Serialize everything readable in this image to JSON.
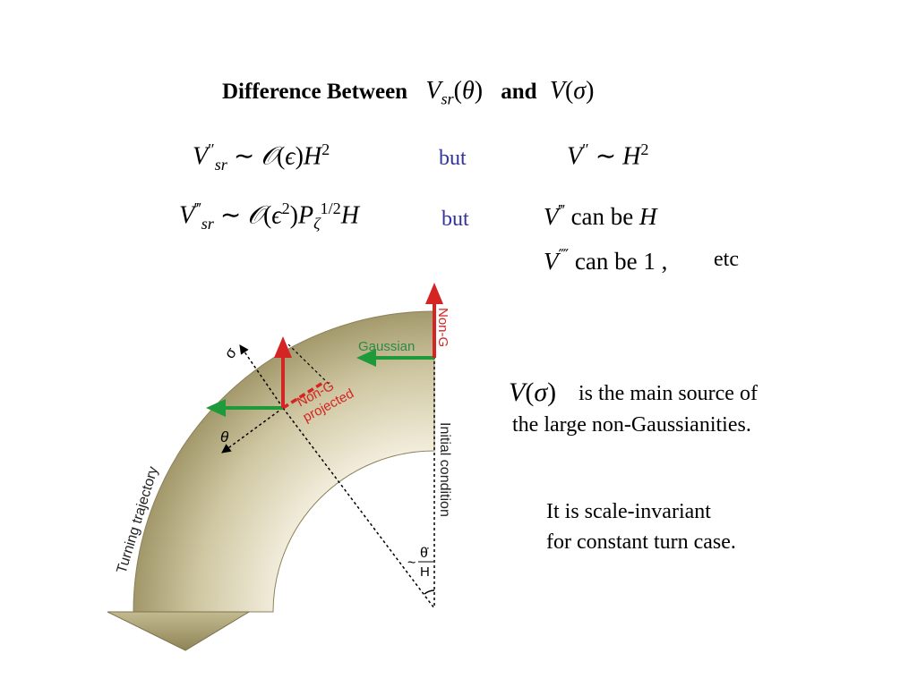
{
  "title": {
    "prefix": "Difference Between",
    "and": "and"
  },
  "rows": {
    "row1_but": "but",
    "row2_but": "but",
    "can_be": "can be",
    "etc": "etc"
  },
  "statement": {
    "line1": "is the main source of",
    "line2": "the large non-Gaussianities."
  },
  "note": {
    "line1": "It is scale-invariant",
    "line2": "for constant turn case."
  },
  "diagram": {
    "sigma_label": "σ",
    "theta_label": "θ",
    "gaussian_label": "Gaussian",
    "nong_label": "Non-G",
    "nong_projected_line1": "Non-G",
    "nong_projected_line2": "projected",
    "initial_condition_label": "Initial condition",
    "turning_trajectory_label": "Turning trajectory",
    "thetadot_label": "θ̇",
    "h_label": "H",
    "tilde": "~",
    "colors": {
      "band_light": "#efe9d6",
      "band_dark": "#a39a6e",
      "arrow_red": "#d42424",
      "arrow_green": "#1e9a3a",
      "label_gaussian": "#2a8a45",
      "label_nong": "#d42424"
    }
  }
}
